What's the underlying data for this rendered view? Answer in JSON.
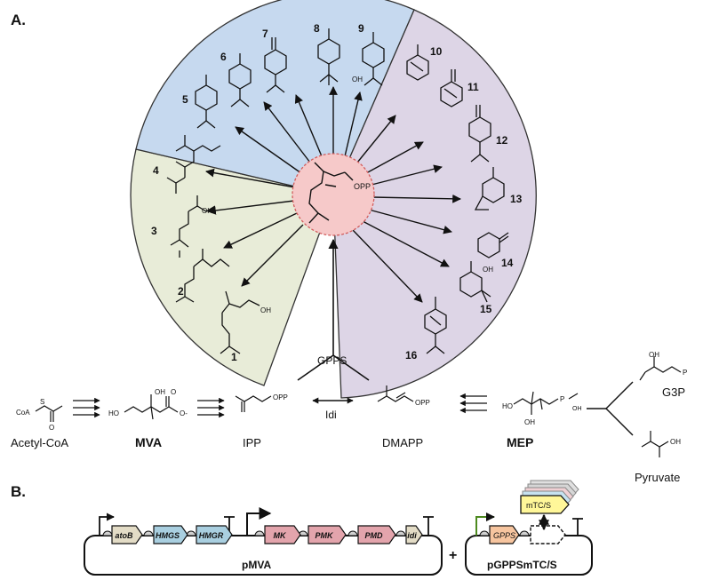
{
  "panel_a": {
    "label": "A.",
    "center_group": "OPP",
    "green_compounds": [
      "4",
      "3",
      "2",
      "1"
    ],
    "blue_compounds": [
      "5",
      "6",
      "7",
      "8",
      "9"
    ],
    "purple_compounds": [
      "10",
      "11",
      "12",
      "13",
      "14",
      "15",
      "16"
    ],
    "oh_labels": {
      "c3": "OH",
      "c1": "OH",
      "c9": "OH",
      "c15": "OH"
    },
    "gpps_label": "GPPS",
    "idi_label": "Idi",
    "pathway": {
      "acetyl_coa": "Acetyl-CoA",
      "acetyl_coa_coa": "CoA",
      "acetyl_coa_s": "S",
      "mva": "MVA",
      "ipp": "IPP",
      "dmapp": "DMAPP",
      "mep": "MEP",
      "g3p": "G3P",
      "pyruvate": "Pyruvate",
      "opp": "OPP",
      "ho": "HO",
      "oh": "OH",
      "o_minus": "O-",
      "p": "P",
      "o": "O"
    },
    "colors": {
      "green": "#e8ecd8",
      "blue": "#c6d9ef",
      "purple": "#ddd5e6",
      "center": "#f6c9c9"
    }
  },
  "panel_b": {
    "label": "B.",
    "pmva": {
      "name": "pMVA",
      "genes": [
        {
          "name": "atoB",
          "color": "#e3dcc6"
        },
        {
          "name": "HMGS",
          "color": "#a9cfe0"
        },
        {
          "name": "HMGR",
          "color": "#a9cfe0"
        },
        {
          "name": "MK",
          "color": "#e3a4ac"
        },
        {
          "name": "PMK",
          "color": "#e3a4ac"
        },
        {
          "name": "PMD",
          "color": "#e3a4ac"
        },
        {
          "name": "idi",
          "color": "#e3dcc6"
        }
      ]
    },
    "plus": "+",
    "pgpps": {
      "name": "pGPPSmTC/S",
      "gpps_gene": "GPPS",
      "gpps_color": "#f7c59f",
      "insert": "mTC/S",
      "insert_color": "#fff799"
    }
  }
}
